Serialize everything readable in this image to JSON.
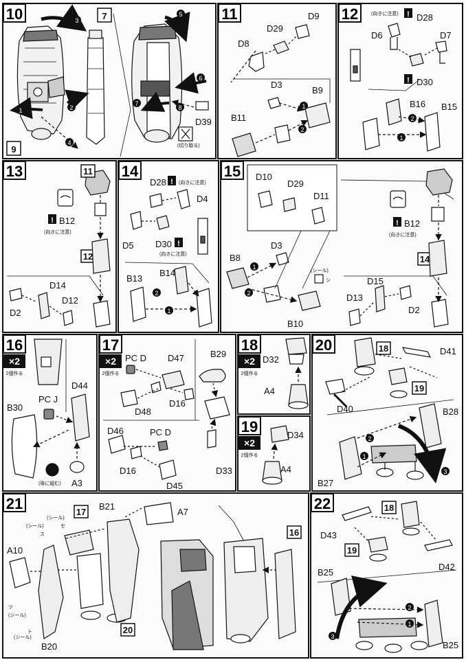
{
  "steps": {
    "s10": {
      "num": "10",
      "refs": [
        "7",
        "9"
      ],
      "arrows": [
        "1",
        "2",
        "3",
        "4",
        "5",
        "6",
        "7",
        "8"
      ],
      "parts": [
        "D39"
      ],
      "note": "(切り取る)"
    },
    "s11": {
      "num": "11",
      "parts": [
        "D29",
        "D9",
        "D8",
        "D3",
        "B9",
        "B11"
      ],
      "arrows": [
        "1",
        "2"
      ]
    },
    "s12": {
      "num": "12",
      "parts": [
        "D28",
        "D6",
        "D7",
        "D30",
        "B16",
        "B15"
      ],
      "arrows": [
        "1",
        "2"
      ],
      "note": "(向きに注意)"
    },
    "s13": {
      "num": "13",
      "refs": [
        "11",
        "12"
      ],
      "parts": [
        "B12",
        "D14",
        "D12",
        "D2"
      ],
      "note": "(向きに注意)"
    },
    "s14": {
      "num": "14",
      "parts": [
        "D28",
        "D4",
        "D5",
        "D30",
        "B13",
        "B14"
      ],
      "arrows": [
        "1",
        "2"
      ],
      "note": "(向きに注意)"
    },
    "s15": {
      "num": "15",
      "refs": [
        "14"
      ],
      "parts": [
        "D10",
        "D29",
        "D11",
        "D3",
        "B8",
        "B10",
        "B12",
        "D15",
        "D13",
        "D2"
      ],
      "arrows": [
        "1",
        "2"
      ],
      "sticker": "(シール)",
      "sticker_mark": "シ",
      "note": "(向きに注意)"
    },
    "s16": {
      "num": "16",
      "mult": "×2",
      "mult_sub": "2個作る",
      "parts": [
        "D44",
        "B30",
        "PC J",
        "A3"
      ],
      "note": "(後に組む)"
    },
    "s17": {
      "num": "17",
      "mult": "×2",
      "mult_sub": "2個作る",
      "parts": [
        "PC D",
        "D47",
        "B29",
        "D16",
        "D48",
        "D46",
        "D45",
        "D33"
      ]
    },
    "s18": {
      "num": "18",
      "mult": "×2",
      "mult_sub": "2個作る",
      "parts": [
        "D32",
        "A4"
      ]
    },
    "s19": {
      "num": "19",
      "mult": "×2",
      "mult_sub": "2個作る",
      "parts": [
        "D34",
        "A4"
      ]
    },
    "s20": {
      "num": "20",
      "refs": [
        "18",
        "19"
      ],
      "parts": [
        "D41",
        "D40",
        "B28",
        "B27"
      ],
      "arrows": [
        "1",
        "2",
        "3"
      ]
    },
    "s21": {
      "num": "21",
      "refs": [
        "17",
        "16",
        "20"
      ],
      "parts": [
        "B21",
        "A7",
        "A10",
        "B20"
      ],
      "stickers": [
        {
          "tag": "(シール)",
          "mark": "ス"
        },
        {
          "tag": "(シール)",
          "mark": "セ"
        },
        {
          "tag": "(シール)",
          "mark": "ツ"
        },
        {
          "tag": "(シール)",
          "mark": "ト"
        }
      ]
    },
    "s22": {
      "num": "22",
      "refs": [
        "18",
        "19"
      ],
      "parts": [
        "D43",
        "D42",
        "B25",
        "B25"
      ],
      "arrows": [
        "1",
        "2",
        "3"
      ]
    }
  }
}
